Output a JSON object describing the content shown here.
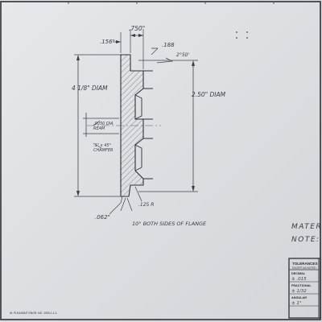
{
  "drawing": {
    "dimensions": {
      "top_width": ".750\"",
      "left_step": ".156\"",
      "flange": ".188",
      "angle_top": "2°50'",
      "outer_dia": "4 1/8\" DIAM",
      "inner_dia": "2.50\" DIAM",
      "bore_upper": ".9050 DIA\nREAM",
      "bore_lower": ".1\" x 45°\nCHAMFER",
      "bottom_radius": ".125 R",
      "bottom_step": ".062\"",
      "bottom_note": "10° BOTH SIDES OF FLANGE"
    },
    "notes": {
      "material": "MATERIAL",
      "note": "NOTE: DR"
    },
    "tolerances": {
      "header": "TOLERANCES",
      "subheader": "EXCEPT AS NOTED",
      "decimal_label": "DECIMAL",
      "decimal_value": "± .015",
      "fractional_label": "FRACTIONAL",
      "fractional_value": "± 1/32",
      "angular_label": "ANGULAR",
      "angular_value": "± 1°"
    },
    "footer_print": "W. PLEASANT ENGR.   NO. 1000-1-1-1"
  }
}
